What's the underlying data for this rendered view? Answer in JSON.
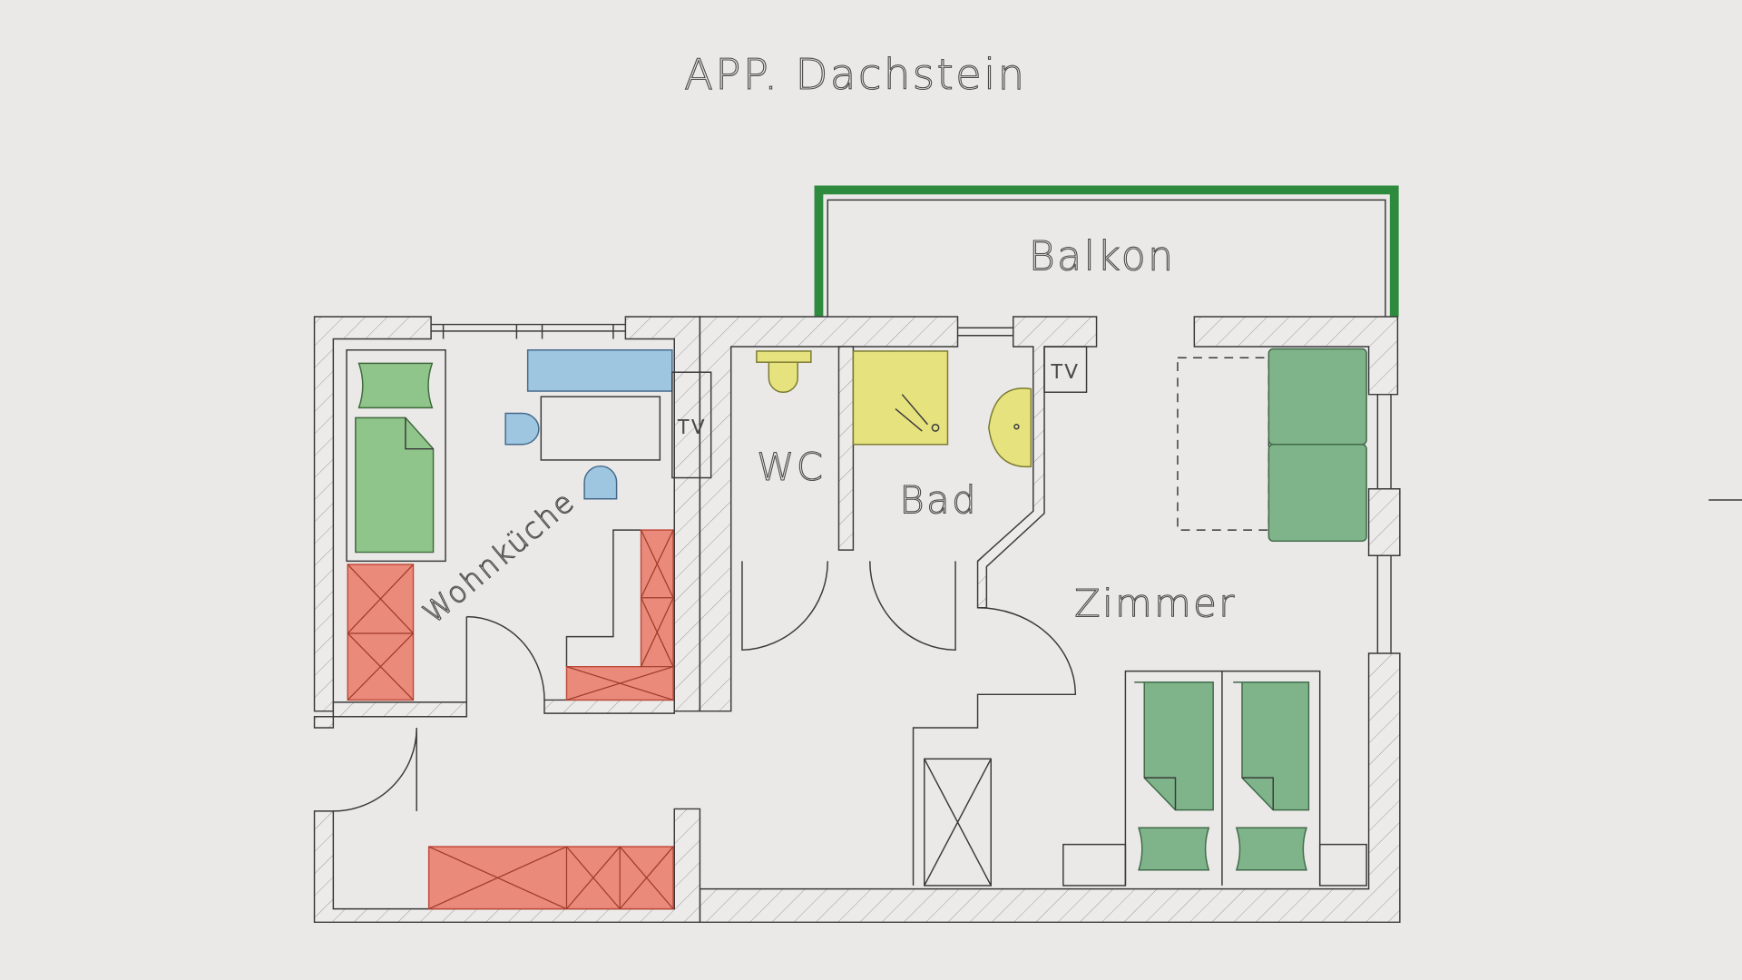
{
  "title": "APP. Dachstein",
  "rooms": {
    "balcony": "Balkon",
    "living_kitchen": "Wohnküche",
    "wc": "WC",
    "bath": "Bad",
    "room": "Zimmer"
  },
  "tv_labels": [
    "TV",
    "TV"
  ],
  "colors": {
    "background": "#ebe9e8",
    "balcony_rail": "#2e8b3e",
    "storage": "#e98a7a",
    "beds": "#8fc48a",
    "dining": "#9ec6e0",
    "sanitary": "#e6e27e"
  }
}
